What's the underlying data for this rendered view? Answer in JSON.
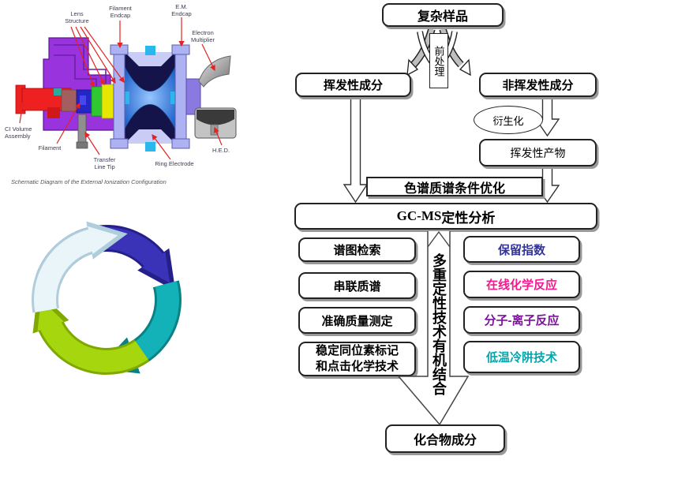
{
  "schematic": {
    "caption": "Schematic Diagram of the External Ionization Configuration",
    "labels": {
      "lens_structure": "Lens\nStructure",
      "filament_endcap": "Filament\nEndcap",
      "em_endcap": "E.M.\nEndcap",
      "electron_multiplier": "Electron\nMultiplier",
      "ci_volume": "CI Volume\nAssembly",
      "filament": "Filament",
      "transfer_line_tip": "Transfer\nLine Tip",
      "ring_electrode": "Ring Electrode",
      "hed": "H.E.D."
    }
  },
  "flowchart": {
    "complex_sample": "复杂样品",
    "pretreatment": "前处理",
    "volatile": "挥发性成分",
    "nonvolatile": "非挥发性成分",
    "derivatization": "衍生化",
    "volatile_product": "挥发性产物",
    "optimization": "色谱质谱条件优化",
    "gcms_prefix": "GC-MS",
    "gcms_suffix": "定性分析",
    "left_techniques": [
      "谱图检索",
      "串联质谱",
      "准确质量测定",
      "稳定同位素标记\n和点击化学技术"
    ],
    "right_techniques": [
      {
        "label": "保留指数",
        "color": "#333399"
      },
      {
        "label": "在线化学反应",
        "color": "#F3188C"
      },
      {
        "label": "分子-离子反应",
        "color": "#7E109E"
      },
      {
        "label": "低温冷阱技术",
        "color": "#00A7AD"
      }
    ],
    "center_arrow": "多重定性技术有机结合",
    "compound": "化合物成分"
  },
  "palette": {
    "box_border": "#222222",
    "box_shadow": "#999999",
    "top_arrow_gray": "#BFBFBF",
    "pointer_red": "#E32222",
    "cycle_blue": "#3A33B8",
    "cycle_teal": "#12B2B8",
    "cycle_green": "#A6D60E",
    "cycle_ice": "#EAF5F9"
  }
}
